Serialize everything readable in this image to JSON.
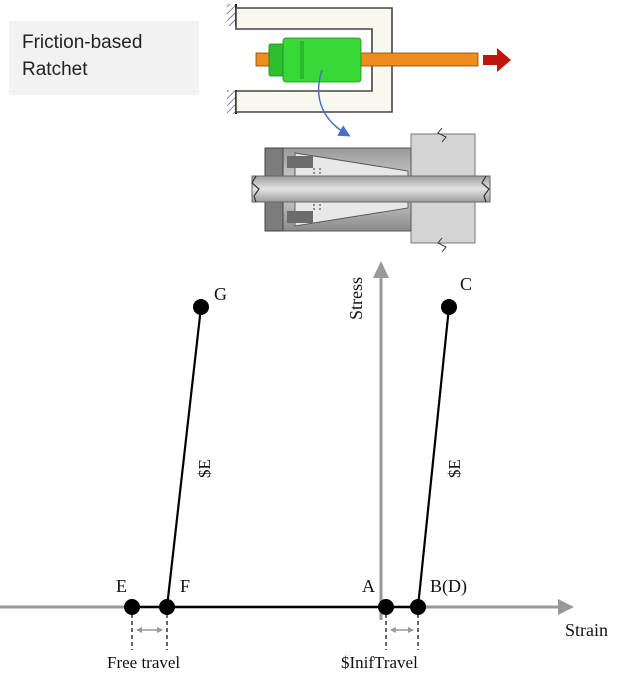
{
  "title": {
    "line1": "Friction-based",
    "line2": "Ratchet"
  },
  "axes": {
    "y_label": "Stress",
    "x_label": "Strain"
  },
  "points": {
    "A": "A",
    "B": "B(D)",
    "C": "C",
    "E": "E",
    "F": "F",
    "G": "G"
  },
  "slope_labels": {
    "left": "$E",
    "right": "$E"
  },
  "dimensions": {
    "free_travel": "Free travel",
    "inif_travel": "$InifTravel"
  },
  "colors": {
    "rod": "#f08c1e",
    "piston": "#39d839",
    "arrow": "#c0150f",
    "frame": "#f8f8ee",
    "axis": "#999999",
    "callout": "#4472c4"
  }
}
